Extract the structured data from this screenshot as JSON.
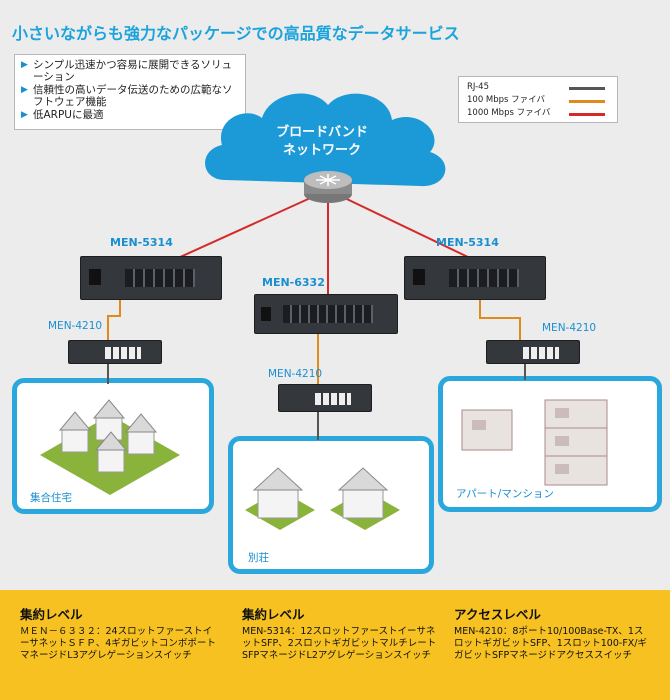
{
  "title": "小さいながらも強力なパッケージでの高品質なデータサービス",
  "features": [
    "シンプル迅速かつ容易に展開できるソリューション",
    "信頼性の高いデータ伝送のための広範なソフトウェア機能",
    "低ARPUに最適"
  ],
  "legend": [
    {
      "label": "RJ-45",
      "color": "#555555"
    },
    {
      "label": "100 Mbps ファイバ",
      "color": "#e08a1e"
    },
    {
      "label": "1000 Mbps ファイバ",
      "color": "#d42a2a"
    }
  ],
  "cloud": {
    "line1": "ブロードバンド",
    "line2": "ネットワーク"
  },
  "devices": {
    "left_agg": "MEN-5314",
    "center_agg": "MEN-6332",
    "right_agg": "MEN-5314",
    "left_access": "MEN-4210",
    "center_access": "MEN-4210",
    "right_access": "MEN-4210"
  },
  "sites": {
    "left": "集合住宅",
    "center": "別荘",
    "right": "アパート/マンション"
  },
  "levels": [
    {
      "heading": "集約レベル",
      "desc": "ＭＥＮ－６３３２：24スロットファーストイーサネットＳＦＰ、4ギガビットコンボポートマネージドL3アグレゲーションスイッチ"
    },
    {
      "heading": "集約レベル",
      "desc": "MEN-5314：12スロットファーストイーサネットSFP、2スロットギガビットマルチレートSFPマネージドL2アグレゲーションスイッチ"
    },
    {
      "heading": "アクセスレベル",
      "desc": "MEN-4210：8ポート10/100Base-TX、1スロットギガビットSFP、1スロット100-FX/ギガビットSFPマネージドアクセススイッチ"
    }
  ]
}
